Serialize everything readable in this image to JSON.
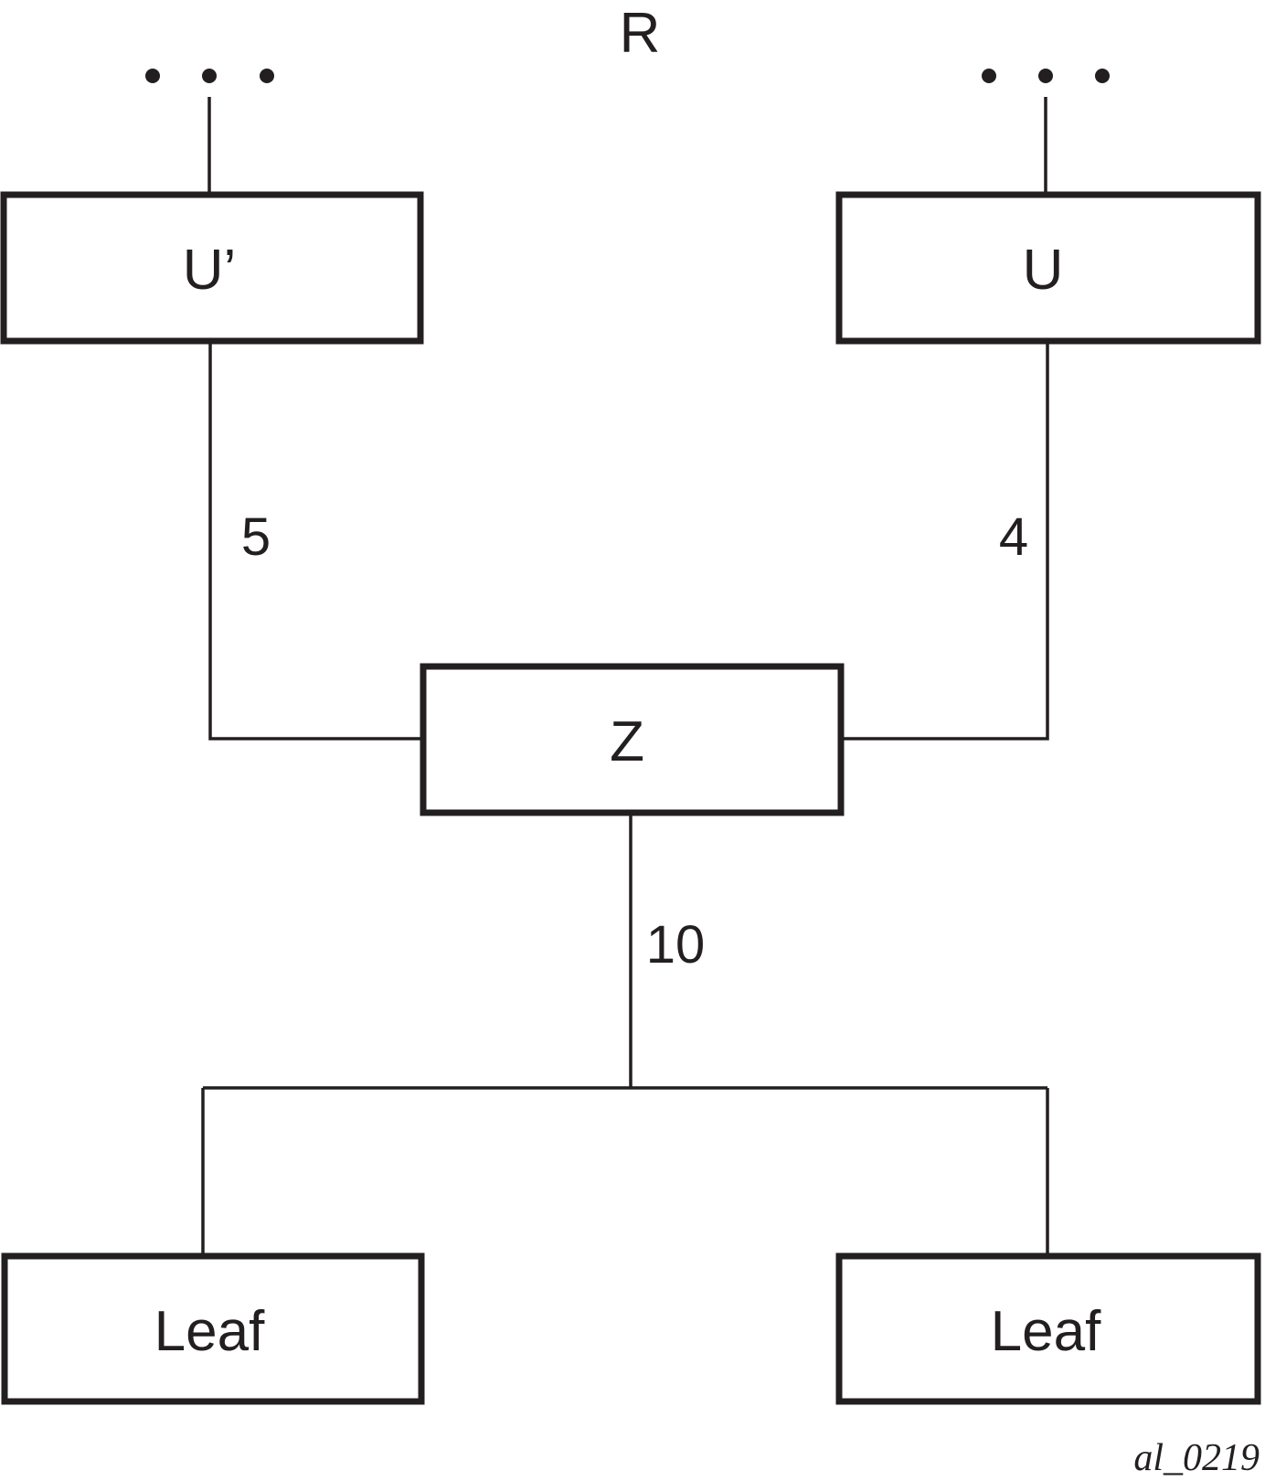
{
  "diagram": {
    "root_label": "R",
    "nodes": {
      "u_prime": "U’",
      "u": "U",
      "z": "Z",
      "leaf_left": "Leaf",
      "leaf_right": "Leaf"
    },
    "edges": {
      "u_prime_to_z": "5",
      "u_to_z": "4",
      "z_to_leaves": "10"
    },
    "continuation_left": "• • •",
    "continuation_right": "• • •",
    "figure_id": "al_0219"
  }
}
